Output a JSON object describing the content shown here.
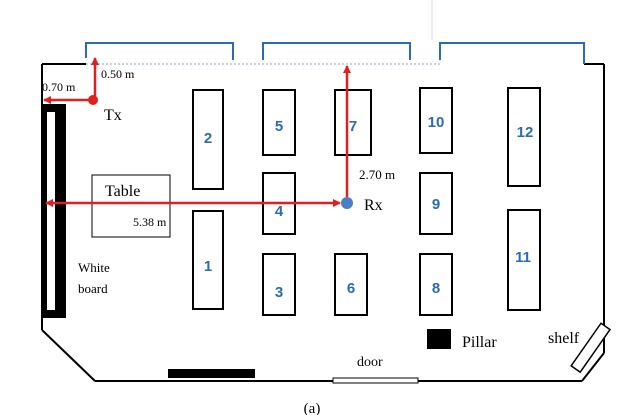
{
  "diagram": {
    "labels": {
      "tx": "Tx",
      "rx": "Rx",
      "table": "Table",
      "whiteboard_line1": "White",
      "whiteboard_line2": "board",
      "pillar": "Pillar",
      "shelf": "shelf",
      "door": "door",
      "caption": "(a)"
    },
    "measurements": {
      "tx_to_wall_x": "0.70 m",
      "tx_to_wall_y": "0.50 m",
      "rx_to_wall_x": "5.38 m",
      "rx_to_wall_y": "2.70 m"
    },
    "desks": [
      "1",
      "2",
      "3",
      "4",
      "5",
      "6",
      "7",
      "8",
      "9",
      "10",
      "11",
      "12"
    ],
    "colors": {
      "desk_number": "#2b6cb0",
      "window": "#2b6cb0",
      "arrow": "#e02020",
      "tx_point": "#e02020",
      "rx_point": "#4a7fc1",
      "walls": "#000000"
    }
  }
}
